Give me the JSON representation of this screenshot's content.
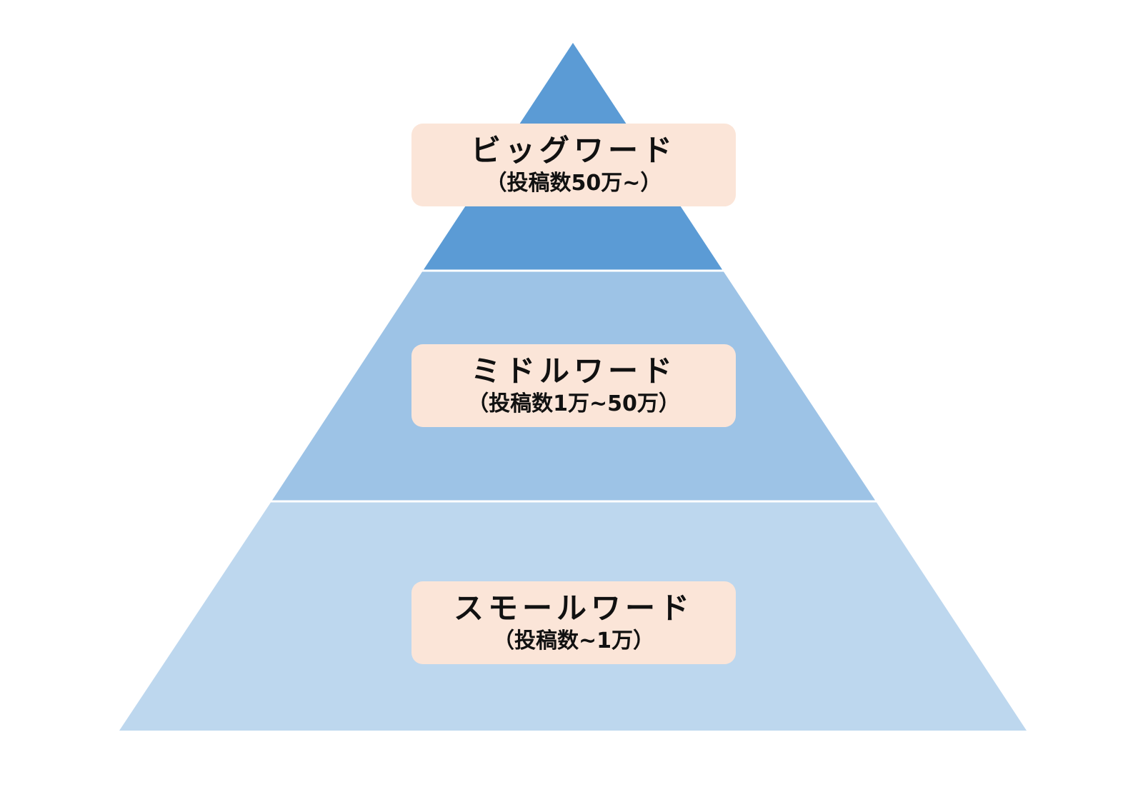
{
  "colors": {
    "tier_top": "#5b9bd5",
    "tier_middle": "#9dc3e6",
    "tier_bottom": "#bdd7ee",
    "label_background": "#fbe5d8",
    "text": "#111111"
  },
  "tiers": [
    {
      "title": "ビッグワード",
      "subtitle": "（投稿数50万~）"
    },
    {
      "title": "ミドルワード",
      "subtitle": "（投稿数1万~50万）"
    },
    {
      "title": "スモールワード",
      "subtitle": "（投稿数~1万）"
    }
  ]
}
